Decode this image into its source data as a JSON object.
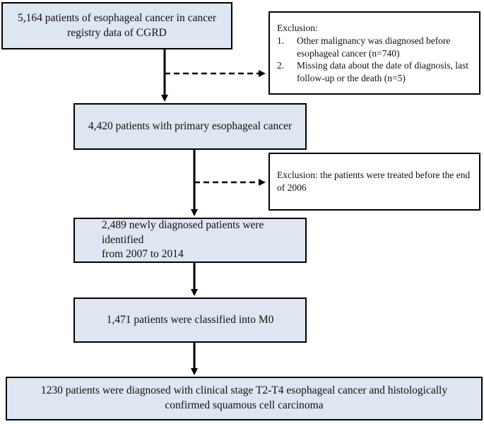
{
  "boxes": {
    "registry": {
      "line1": "5,164 patients of esophageal cancer in cancer",
      "line2": "registry data of CGRD"
    },
    "primary": {
      "text": "4,420 patients with primary esophageal cancer"
    },
    "newly_diagnosed": {
      "line1": "2,489 newly diagnosed patients were identified",
      "line2": "from 2007 to 2014"
    },
    "m0": {
      "text": "1,471 patients were classified into M0"
    },
    "final": {
      "line1": "1230 patients were diagnosed with clinical stage T2-T4 esophageal cancer and histologically",
      "line2": "confirmed squamous cell carcinoma"
    }
  },
  "exclusions": {
    "first": {
      "title": "Exclusion:",
      "items": [
        {
          "number": "1.",
          "text": "Other malignancy was diagnosed before esophageal cancer (n=740)"
        },
        {
          "number": "2.",
          "text": "Missing data about the date of diagnosis, last follow-up or the death (n=5)"
        }
      ]
    },
    "second": {
      "text": "Exclusion: the patients were treated before the end of 2006"
    }
  }
}
